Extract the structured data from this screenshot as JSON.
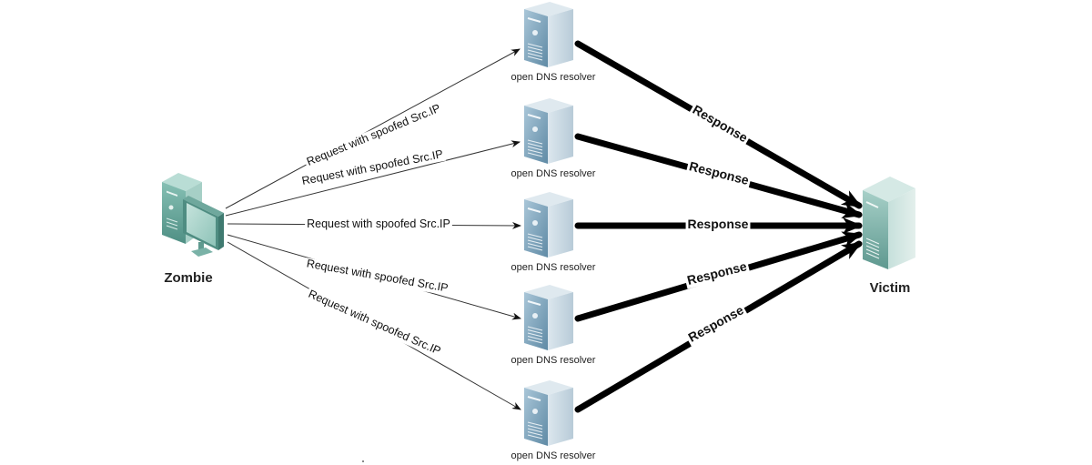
{
  "diagram": {
    "title": "DNS amplification (reflection) attack",
    "zombie": {
      "label": "Zombie",
      "icon": "desktop-computer-icon"
    },
    "victim": {
      "label": "Victim",
      "icon": "server-icon"
    },
    "resolvers": [
      {
        "label": "open DNS resolver",
        "request_label": "Request with spoofed Src.IP",
        "response_label": "Response"
      },
      {
        "label": "open DNS resolver",
        "request_label": "Request with spoofed Src.IP",
        "response_label": "Response"
      },
      {
        "label": "open DNS resolver",
        "request_label": "Request with spoofed Src.IP",
        "response_label": "Response"
      },
      {
        "label": "open DNS resolver",
        "request_label": "Request with spoofed Src.IP",
        "response_label": "Response"
      },
      {
        "label": "open DNS resolver",
        "request_label": "Request with spoofed Src.IP",
        "response_label": "Response"
      }
    ],
    "colors": {
      "zombie": "#7fb8ad",
      "resolver": "#8fb2c8",
      "victim": "#8fc0b8",
      "request_line": "#333333",
      "response_line": "#000000"
    }
  }
}
